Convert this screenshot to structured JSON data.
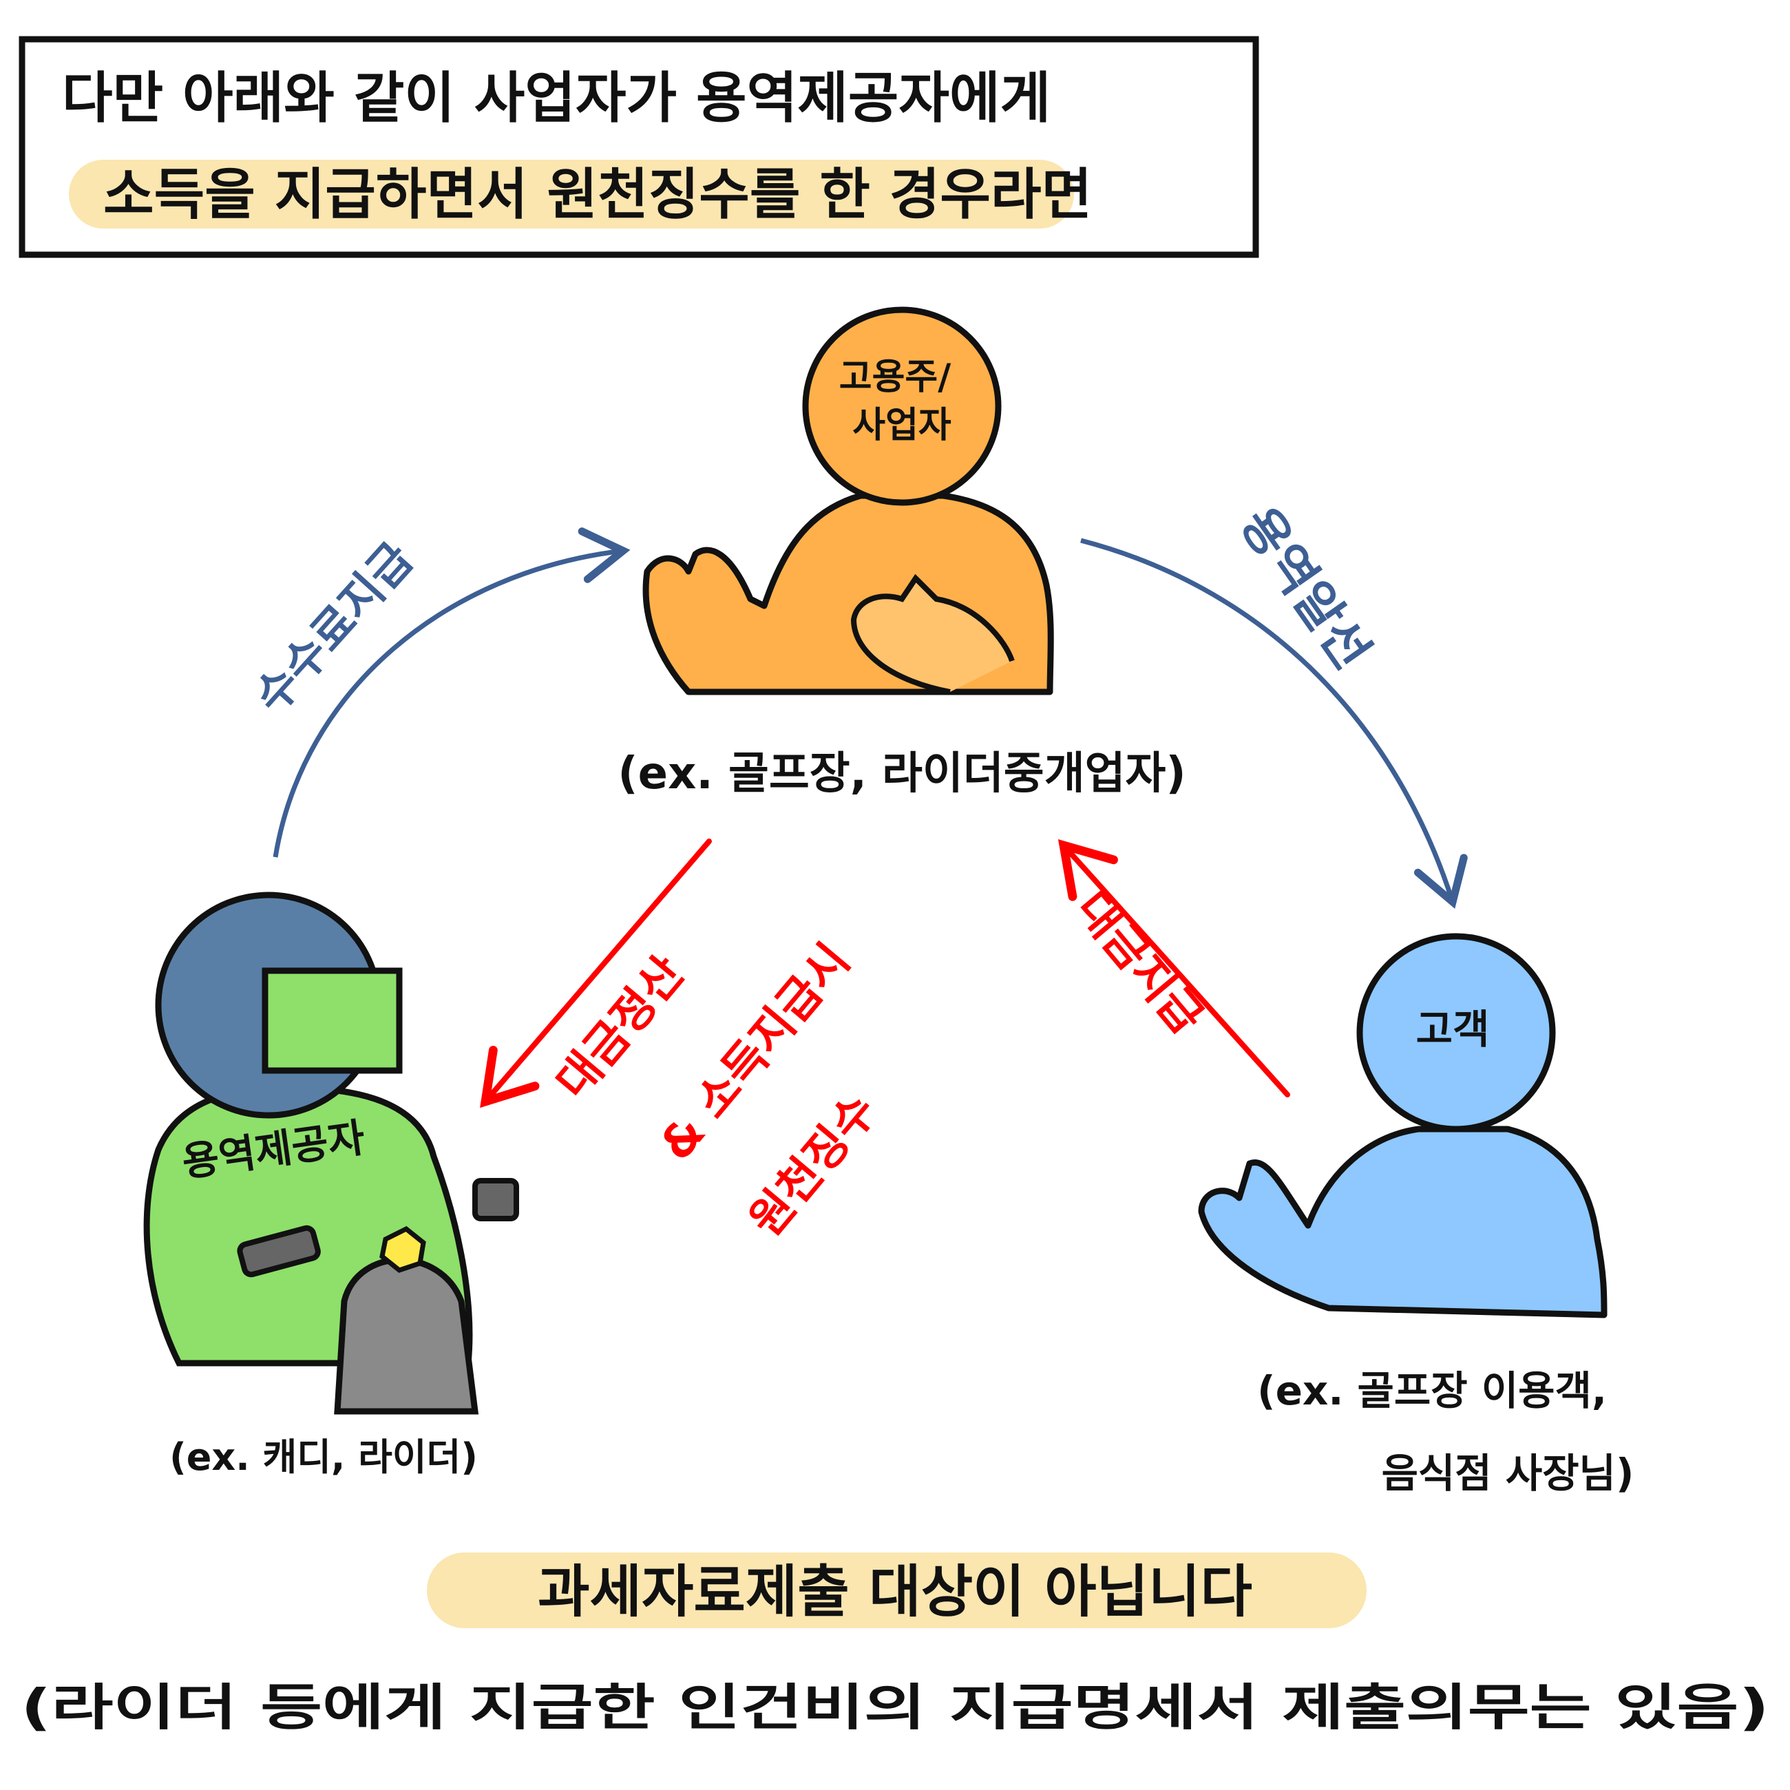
{
  "header": {
    "line1": "다만 아래와 같이 사업자가 용역제공자에게",
    "line2": "소득을 지급하면서 원천징수를 한 경우라면"
  },
  "employer": {
    "label_line1": "고용주/",
    "label_line2": "사업자",
    "caption": "(ex. 골프장, 라이더중개업자)"
  },
  "provider": {
    "label": "용역제공자",
    "caption": "(ex. 캐디, 라이더)"
  },
  "customer": {
    "label": "고객",
    "caption_line1": "(ex. 골프장 이용객,",
    "caption_line2": "음식점 사장님)"
  },
  "arrows": {
    "fee_payment": "수수료지급",
    "service_brokerage": "용역알선",
    "settlement": "대금정산",
    "withholding_line1": "& 소득지급시",
    "withholding_line2": "원천징수",
    "payment": "대금지급"
  },
  "footer": {
    "conclusion": "과세자료제출 대상이 아닙니다",
    "note": "(라이더 등에게 지급한 인건비의 지급명세서 제출의무는 있음)"
  },
  "colors": {
    "highlight": "#fbe6b0",
    "orange": "#ffb04a",
    "green": "#8ee06a",
    "blue_person": "#8ec8ff",
    "helmet": "#5a7fa6",
    "arrow_blue": "#3d5f94",
    "arrow_red": "#ff0000"
  }
}
